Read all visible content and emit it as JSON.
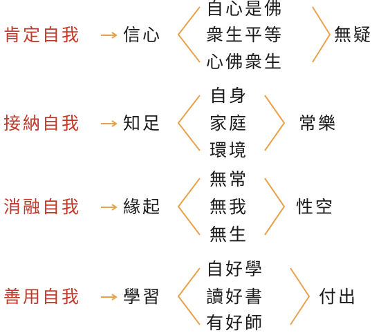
{
  "accent_color": "#c0392b",
  "line_color": "#e8a14b",
  "rows": [
    {
      "label": "肯定自我",
      "mid": "信心",
      "items": [
        "自心是佛",
        "衆生平等",
        "心佛衆生"
      ],
      "result": "無疑"
    },
    {
      "label": "接納自我",
      "mid": "知足",
      "items": [
        "自身",
        "家庭",
        "環境"
      ],
      "result": "常樂"
    },
    {
      "label": "消融自我",
      "mid": "緣起",
      "items": [
        "無常",
        "無我",
        "無生"
      ],
      "result": "性空"
    },
    {
      "label": "善用自我",
      "mid": "學習",
      "items": [
        "自好學",
        "讀好書",
        "有好師"
      ],
      "result": "付出"
    }
  ]
}
